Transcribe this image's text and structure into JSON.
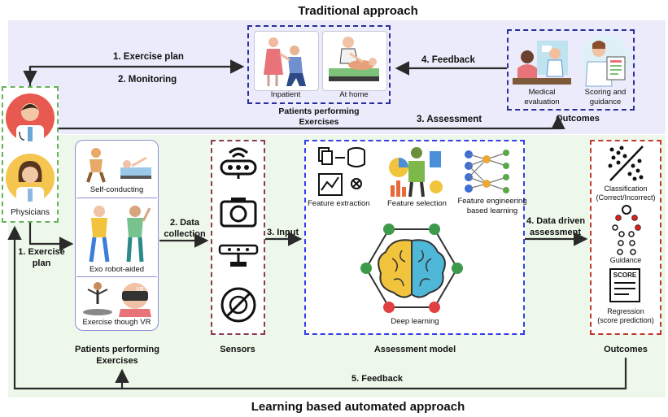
{
  "titles": {
    "top": "Traditional approach",
    "bottom": "Learning based automated approach"
  },
  "physicians": {
    "label": "Physicians"
  },
  "traditional": {
    "patients_box": {
      "inpatient": "Inpatient",
      "at_home": "At home",
      "caption_line1": "Patients performing",
      "caption_line2": "Exercises"
    },
    "outcomes_box": {
      "medical_line1": "Medical",
      "medical_line2": "evaluation",
      "scoring_line1": "Scoring and",
      "scoring_line2": "guidance",
      "caption": "Outcomes"
    },
    "arrows": {
      "exercise_plan": "1. Exercise plan",
      "monitoring": "2. Monitoring",
      "assessment": "3. Assessment",
      "feedback": "4. Feedback"
    }
  },
  "automated": {
    "exercise_plan_line1": "1. Exercise",
    "exercise_plan_line2": "plan",
    "patients_panel": {
      "self_conducting": "Self-conducting",
      "exo_robot": "Exo robot-aided",
      "vr": "Exercise though VR",
      "vr_badge": "VR",
      "caption_line1": "Patients performing",
      "caption_line2": "Exercises"
    },
    "data_collection_line1": "2. Data",
    "data_collection_line2": "collection",
    "sensors": {
      "caption": "Sensors"
    },
    "input": "3. Input",
    "assessment_model": {
      "feature_extraction": "Feature extraction",
      "feature_selection": "Feature selection",
      "feature_engineering_line1": "Feature engineering",
      "feature_engineering_line2": "based learning",
      "deep_learning": "Deep learning",
      "caption": "Assessment model"
    },
    "data_driven_line1": "4. Data driven",
    "data_driven_line2": "assessment",
    "outcomes": {
      "classification_line1": "Classification",
      "classification_line2": "(Correct/Incorrect)",
      "guidance": "Guidance",
      "score_badge": "SCORE",
      "regression_line1": "Regression",
      "regression_line2": "(score prediction)",
      "caption": "Outcomes"
    },
    "feedback": "5. Feedback"
  },
  "colors": {
    "traditional_bg": "#ebebfb",
    "automated_bg": "#eef8ea",
    "traditional_border": "#2b2f9c",
    "physician_border": "#67b35a",
    "sensor_border": "#8a3b57",
    "model_border": "#2f3ff0",
    "outcome_border": "#c0392b",
    "arrow": "#2a2a2a"
  }
}
